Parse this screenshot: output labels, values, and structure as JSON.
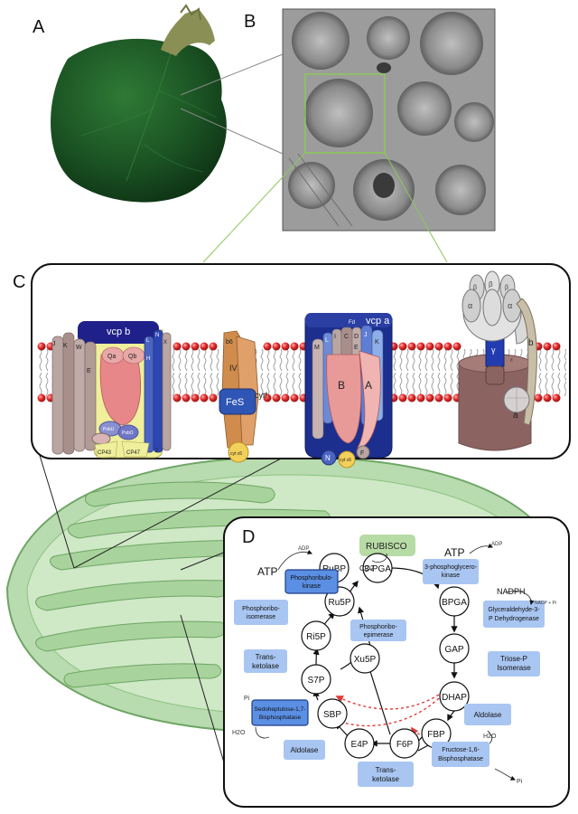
{
  "panel_labels": {
    "a": "A",
    "b": "B",
    "c": "C",
    "d": "D"
  },
  "membrane": {
    "complex_psii": {
      "name": "vcp b",
      "left_subunits": [
        "J",
        "K",
        "W",
        "E"
      ],
      "right_subunits": [
        "L",
        "N",
        "X",
        "H",
        "T"
      ],
      "qa": "Qa",
      "qb": "Qb",
      "psbu": "PsbU",
      "psbo": "PsbO",
      "cp43": "CP43",
      "cp47": "CP47"
    },
    "cytb6f": {
      "top": "b6",
      "middle": "IV",
      "fes": "FeS",
      "cytf": "cytf",
      "cytc6": "cyt c6"
    },
    "complex_psi": {
      "name": "vcp a",
      "subunits": [
        "M",
        "L",
        "I",
        "C",
        "D",
        "E",
        "Fd",
        "J",
        "K"
      ],
      "b": "B",
      "a": "A",
      "n": "N",
      "f": "F",
      "cytc6": "cyt c6"
    },
    "atp_synthase": {
      "alpha": "α",
      "beta": "β",
      "gamma": "γ",
      "epsilon": "ε",
      "b": "b",
      "a": "a"
    }
  },
  "calvin": {
    "rubisco": "RUBISCO",
    "nodes": {
      "rubp": "RuBP",
      "pga3": "3-PGA",
      "bpga": "BPGA",
      "gap": "GAP",
      "dhap": "DHAP",
      "fbp": "FBP",
      "f6p": "F6P",
      "e4p": "E4P",
      "sbp": "SBP",
      "s7p": "S7P",
      "ri5p": "Ri5P",
      "ru5p": "Ru5P",
      "xu5p": "Xu5P"
    },
    "enzymes": {
      "phosphoribulokinase": [
        "Phosphoribulo-",
        "kinase"
      ],
      "phosphoriboisomerase": [
        "Phosphoribo-",
        "isomerase"
      ],
      "phosphoriboepimerase": [
        "Phosphoribo-",
        "epimerase"
      ],
      "transketolase_left": [
        "Trans-",
        "ketolase"
      ],
      "sedoheptulose": [
        "Sedoheptulose-1,7-",
        "Bisphosphatase"
      ],
      "aldolase_left": [
        "Aldolase"
      ],
      "transketolase_bottom": [
        "Trans-",
        "ketolase"
      ],
      "pgk": [
        "3-phosphoglycero-",
        "kinase"
      ],
      "gapdh": [
        "Glyceraldehyde-3-",
        "P Dehydrogenase"
      ],
      "triose": [
        "Triose-P",
        "Isomerase"
      ],
      "aldolase_right": [
        "Aldolase"
      ],
      "fbpase": [
        "Fructose-1,6-",
        "Bisphosphatase"
      ]
    },
    "cofactors": {
      "atp_left": "ATP",
      "adp_left": "ADP",
      "co2": "CO2",
      "atp_right": "ATP",
      "adp_right": "ADP",
      "nadph": "NADPH",
      "nadp_pi": "NADP + Pi",
      "pi_left": "Pi",
      "h2o_left": "H2O",
      "h2o_right": "H2O",
      "pi_right": "Pi"
    }
  }
}
